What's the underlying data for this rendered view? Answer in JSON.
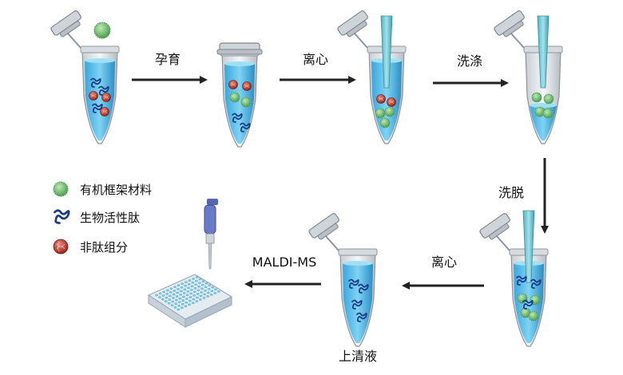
{
  "steps": {
    "incubate": "孕育",
    "centrifuge_1": "离心",
    "wash": "洗涤",
    "elute": "洗脱",
    "centrifuge_2": "离心",
    "maldi": "MALDI-MS"
  },
  "supernatant_label": "上清液",
  "legend": [
    {
      "label": "有机框架材料",
      "icon": "green-sphere-icon"
    },
    {
      "label": "生物活性肽",
      "icon": "blue-peptide-icon"
    },
    {
      "label": "非肽组分",
      "icon": "red-sphere-icon"
    }
  ],
  "colors": {
    "liquid": "#5bc3ec",
    "liquid_dark": "#2a8fc4",
    "framework": "#5fbf6a",
    "peptide": "#1b3a8a",
    "nonpeptide": "#c0392b",
    "tip": "#6fc7d3",
    "arrow": "#222222"
  }
}
